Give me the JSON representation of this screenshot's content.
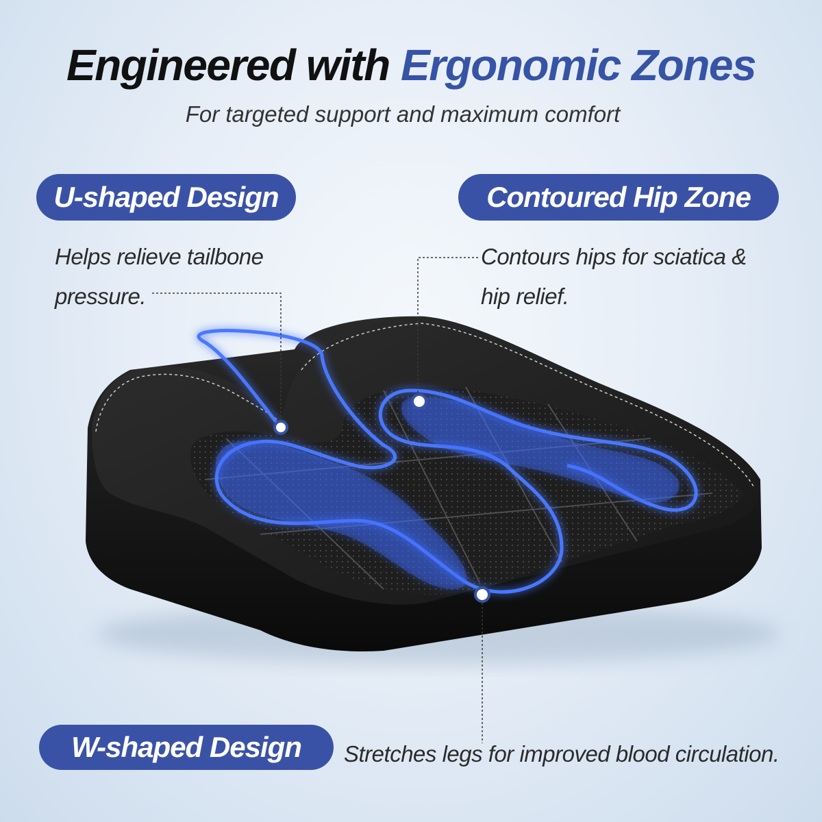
{
  "header": {
    "title_main": "Engineered with",
    "title_accent": "Ergonomic Zones",
    "subtitle": "For targeted support and maximum comfort"
  },
  "features": {
    "u_shaped": {
      "label": "U-shaped Design",
      "description": "Helps relieve tailbone pressure."
    },
    "hip_zone": {
      "label": "Contoured Hip Zone",
      "description": "Contours hips for sciatica & hip relief."
    },
    "w_shaped": {
      "label": "W-shaped Design",
      "description": "Stretches legs for improved blood circulation."
    }
  },
  "colors": {
    "accent": "#3653a6",
    "pill_background": "#3a52a6",
    "glow": "#4a78ff",
    "cushion": "#151515"
  }
}
